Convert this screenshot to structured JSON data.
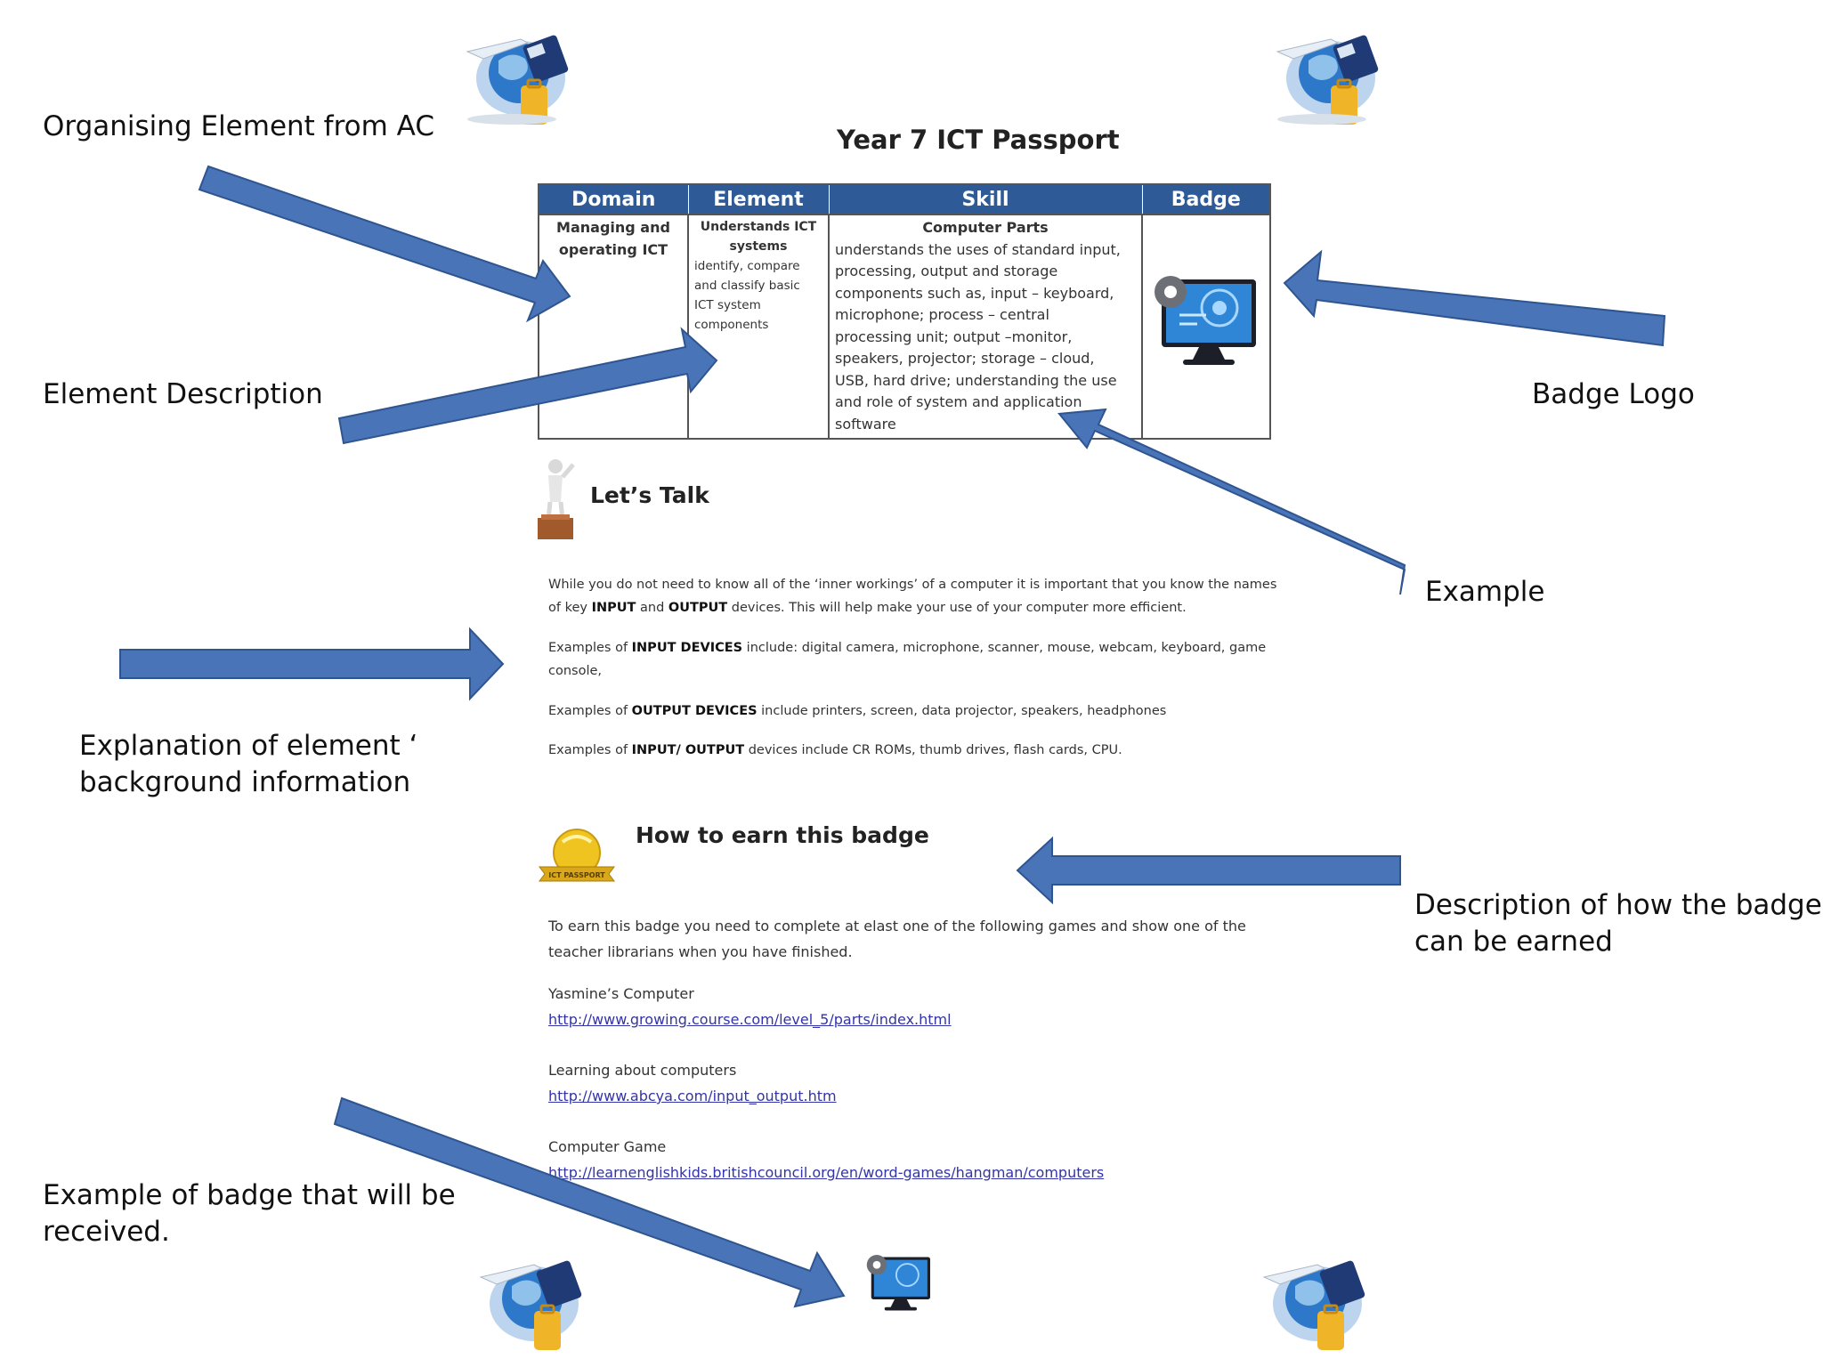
{
  "callouts": {
    "organising_element": "Organising Element from AC",
    "element_description": "Element Description",
    "badge_logo": "Badge Logo",
    "example": "Example",
    "explanation_line1": "Explanation of element ‘",
    "explanation_line2": "background information",
    "description_line1": "Description of how the badge",
    "description_line2": "can be earned",
    "example_badge_line1": "Example of badge that will be",
    "example_badge_line2": "received."
  },
  "document": {
    "title": "Year 7 ICT Passport",
    "table": {
      "headers": [
        "Domain",
        "Element",
        "Skill",
        "Badge"
      ],
      "domain_line1": "Managing and",
      "domain_line2": "operating ICT",
      "element_head_line1": "Understands ICT",
      "element_head_line2": "systems",
      "element_body": [
        "identify, compare",
        "and classify basic",
        "ICT system",
        "components"
      ],
      "skill_head": "Computer Parts",
      "skill_body": [
        "understands the uses of standard input,",
        "processing, output and storage",
        "components such as, input – keyboard,",
        "microphone; process – central",
        "processing unit; output –monitor,",
        "speakers, projector; storage – cloud,",
        "USB, hard drive; understanding the use",
        "and role of system and application",
        "software"
      ]
    },
    "lets_talk": {
      "heading": "Let’s Talk",
      "p1_a": "While you do not need to know all of the ‘inner workings’ of a computer it is important that you know the names",
      "p1_b": "of key ",
      "p1_input": "INPUT",
      "p1_and": " and ",
      "p1_output": "OUTPUT",
      "p1_c": " devices. This will help make your use of your computer more efficient.",
      "p2_a": "Examples of ",
      "p2_bold": "INPUT DEVICES",
      "p2_b": " include: digital camera, microphone, scanner, mouse, webcam, keyboard, game",
      "p2_c": "console,",
      "p3_a": "Examples of ",
      "p3_bold": "OUTPUT DEVICES",
      "p3_b": " include printers, screen, data projector, speakers, headphones",
      "p4_a": "Examples of ",
      "p4_bold": "INPUT/ OUTPUT",
      "p4_b": " devices include CR ROMs, thumb drives, flash cards, CPU."
    },
    "earn": {
      "heading": "How to earn this badge",
      "badge_text": "ICT PASSPORT",
      "p1": "To earn this badge you need to complete at elast one of the following games and show one of the",
      "p2": "teacher librarians when you have finished.",
      "games": [
        {
          "name": "Yasmine’s Computer",
          "url": "http://www.growing.course.com/level_5/parts/index.html"
        },
        {
          "name": "Learning about computers",
          "url": "http://www.abcya.com/input_output.htm"
        },
        {
          "name": "Computer Game",
          "url": "http://learnenglishkids.britishcouncil.org/en/word-games/hangman/computers"
        }
      ]
    }
  },
  "colors": {
    "arrow_fill": "#4a74b8",
    "arrow_stroke": "#2f5590",
    "table_header": "#2e5b97",
    "link": "#3333aa"
  },
  "icons": [
    "travel-globe-icon",
    "computer-monitor-gear-icon",
    "figure-on-podium-icon",
    "gold-badge-icon"
  ]
}
